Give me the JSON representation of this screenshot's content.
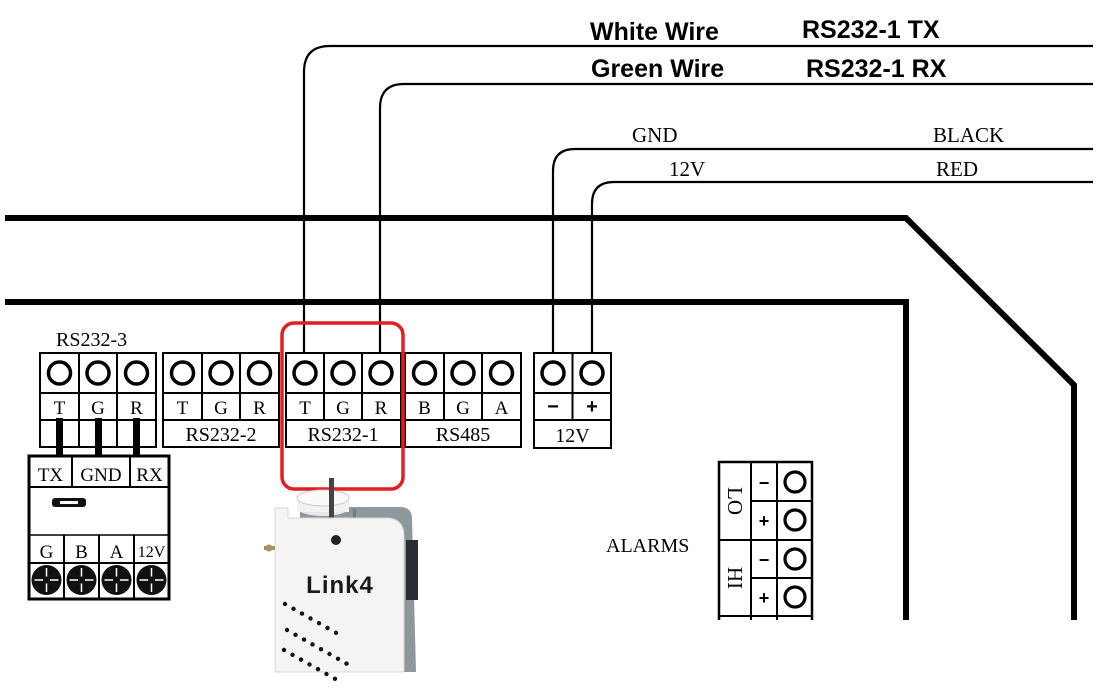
{
  "wire_labels": {
    "white_wire": "White Wire",
    "white_wire_signal": "RS232-1 TX",
    "green_wire": "Green Wire",
    "green_wire_signal": "RS232-1 RX",
    "gnd": "GND",
    "gnd_color": "BLACK",
    "v12": "12V",
    "v12_color": "RED"
  },
  "terminals": {
    "rs232_3": {
      "title": "RS232-3",
      "pins": [
        "T",
        "G",
        "R"
      ]
    },
    "rs232_2": {
      "label": "RS232-2",
      "pins": [
        "T",
        "G",
        "R"
      ]
    },
    "rs232_1": {
      "label": "RS232-1",
      "pins": [
        "T",
        "G",
        "R"
      ]
    },
    "rs485": {
      "label": "RS485",
      "pins": [
        "B",
        "G",
        "A"
      ]
    },
    "power": {
      "label": "12V",
      "pins": [
        "−",
        "+"
      ]
    }
  },
  "converter": {
    "top_pins": [
      "TX",
      "GND",
      "RX"
    ],
    "bottom_pins": [
      "G",
      "B",
      "A",
      "12V"
    ]
  },
  "alarms": {
    "label": "ALARMS",
    "groups": [
      {
        "name": "LO",
        "pins": [
          "−",
          "+"
        ]
      },
      {
        "name": "HI",
        "pins": [
          "−",
          "+"
        ]
      }
    ]
  },
  "device": {
    "brand": "Link4"
  },
  "colors": {
    "line": "#000000",
    "highlight": "#e02020",
    "device_body": "#f4f4f2",
    "device_back": "#8e979c"
  }
}
